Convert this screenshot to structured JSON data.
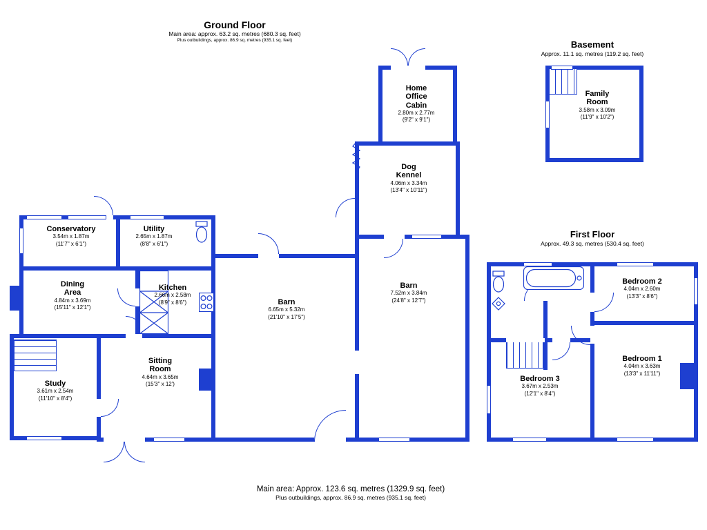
{
  "colors": {
    "wall": "#1e3fd0"
  },
  "ground_floor": {
    "title": "Ground Floor",
    "area_line": "Main area: approx. 63.2 sq. metres (680.3 sq. feet)",
    "outbuildings_line": "Plus outbuildings, approx. 86.9 sq. metres (935.1 sq. feet)"
  },
  "basement": {
    "title": "Basement",
    "area_line": "Approx. 11.1 sq. metres (119.2 sq. feet)"
  },
  "first_floor": {
    "title": "First Floor",
    "area_line": "Approx. 49.3 sq. metres (530.4 sq. feet)"
  },
  "footer": {
    "main_area": "Main area: Approx. 123.6 sq. metres (1329.9 sq. feet)",
    "outbuildings": "Plus outbuildings, approx. 86.9 sq. metres (935.1 sq. feet)"
  },
  "rooms": {
    "conservatory": {
      "name": "Conservatory",
      "metric": "3.54m x 1.87m",
      "imperial": "(11'7\" x 6'1\")"
    },
    "utility": {
      "name": "Utility",
      "metric": "2.65m x 1.87m",
      "imperial": "(8'8\" x 6'1\")"
    },
    "dining_area": {
      "name": "Dining Area",
      "metric": "4.84m x 3.69m",
      "imperial": "(15'11\" x 12'1\")"
    },
    "kitchen": {
      "name": "Kitchen",
      "metric": "2.66m x 2.58m",
      "imperial": "(8'9\" x 8'6\")"
    },
    "study": {
      "name": "Study",
      "metric": "3.61m x 2.54m",
      "imperial": "(11'10\" x 8'4\")"
    },
    "sitting_room": {
      "name": "Sitting Room",
      "metric": "4.64m x 3.65m",
      "imperial": "(15'3\" x 12')"
    },
    "barn_main": {
      "name": "Barn",
      "metric": "6.65m x 5.32m",
      "imperial": "(21'10\" x 17'5\")"
    },
    "barn_rear": {
      "name": "Barn",
      "metric": "7.52m x 3.84m",
      "imperial": "(24'8\" x 12'7\")"
    },
    "dog_kennel": {
      "name": "Dog Kennel",
      "metric": "4.06m x 3.34m",
      "imperial": "(13'4\" x 10'11\")"
    },
    "home_office_cabin": {
      "name": "Home Office Cabin",
      "metric": "2.80m x 2.77m",
      "imperial": "(9'2\" x 9'1\")"
    },
    "family_room": {
      "name": "Family Room",
      "metric": "3.58m x 3.09m",
      "imperial": "(11'9\" x 10'2\")"
    },
    "bedroom_2": {
      "name": "Bedroom 2",
      "metric": "4.04m x 2.60m",
      "imperial": "(13'3\" x 8'6\")"
    },
    "bedroom_1": {
      "name": "Bedroom 1",
      "metric": "4.04m x 3.63m",
      "imperial": "(13'3\" x 11'11\")"
    },
    "bedroom_3": {
      "name": "Bedroom 3",
      "metric": "3.67m x 2.53m",
      "imperial": "(12'1\" x 8'4\")"
    }
  }
}
